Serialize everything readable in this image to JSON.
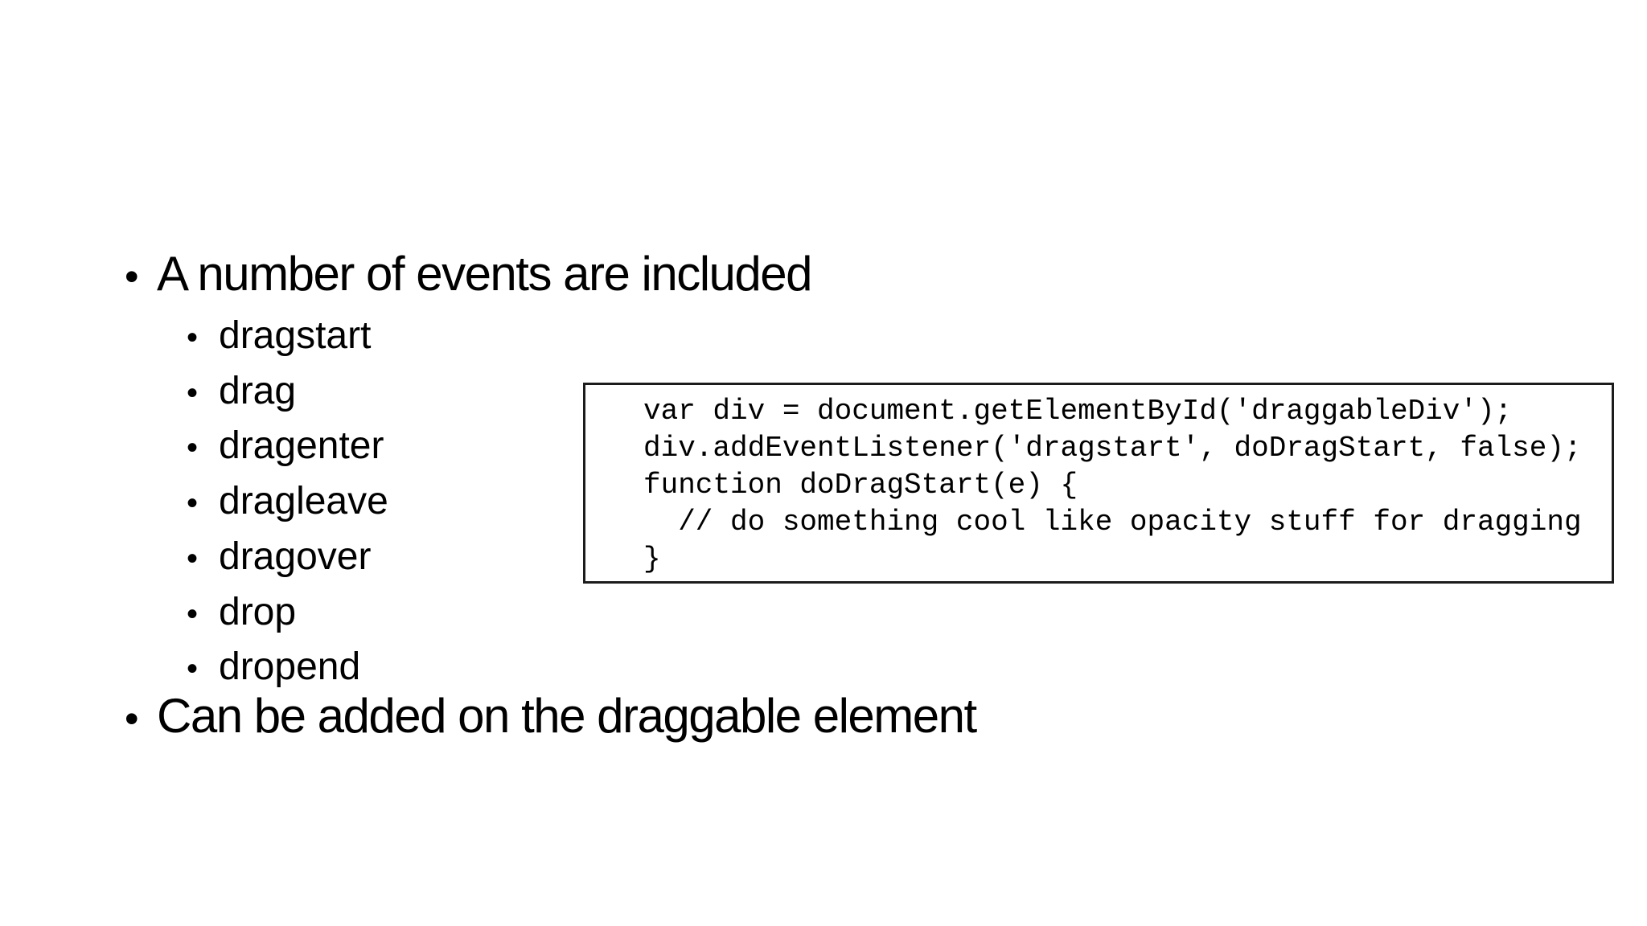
{
  "slide": {
    "background_color": "#ffffff",
    "text_color": "#000000",
    "code_border_color": "#1c1c1c",
    "bullet_glyph": "•",
    "bullet_1": {
      "text": "A number of events are included",
      "sub_items": [
        "dragstart",
        "drag",
        "dragenter",
        "dragleave",
        "dragover",
        "drop",
        "dropend"
      ]
    },
    "bullet_2": {
      "text": "Can be added on the draggable element"
    },
    "code_box": {
      "lines": [
        "var div = document.getElementById('draggableDiv');",
        "div.addEventListener('dragstart', doDragStart, false);",
        "function doDragStart(e) {",
        "  // do something cool like opacity stuff for dragging",
        "}"
      ]
    }
  }
}
